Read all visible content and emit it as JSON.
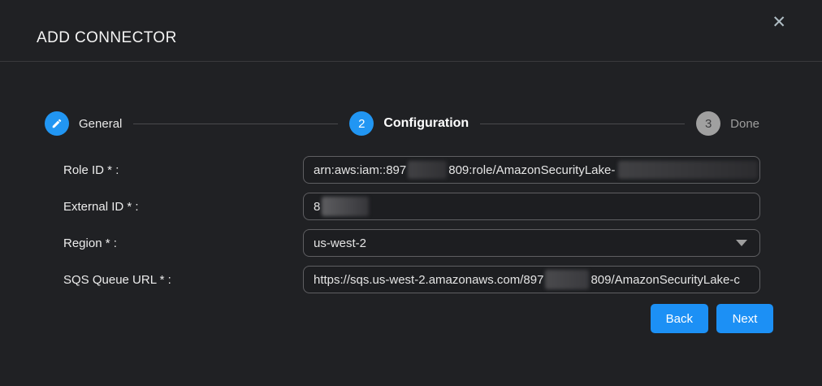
{
  "dialog": {
    "title": "ADD CONNECTOR",
    "close_glyph": "✕"
  },
  "icons": {
    "close": "x-close",
    "step1": "pencil-edit",
    "region": "caret-down"
  },
  "stepper": {
    "steps": [
      {
        "label": "General",
        "state": "completed",
        "marker": "pencil-icon"
      },
      {
        "label": "Configuration",
        "state": "active",
        "number": "2"
      },
      {
        "label": "Done",
        "state": "pending",
        "number": "3"
      }
    ]
  },
  "form": {
    "rows": [
      {
        "id": "role_id",
        "label": "Role ID * :",
        "control": "input",
        "segments": [
          {
            "type": "text",
            "value": "arn:aws:iam::897"
          },
          {
            "type": "redacted"
          },
          {
            "type": "text",
            "value": "809:role/AmazonSecurityLake-"
          },
          {
            "type": "redacted"
          }
        ]
      },
      {
        "id": "external_id",
        "label": "External ID * :",
        "control": "input",
        "segments": [
          {
            "type": "text",
            "value": "8"
          },
          {
            "type": "redacted"
          }
        ]
      },
      {
        "id": "region",
        "label": "Region * :",
        "control": "select",
        "value": "us-west-2"
      },
      {
        "id": "sqs_queue_url",
        "label": "SQS Queue URL * :",
        "control": "input",
        "segments": [
          {
            "type": "text",
            "value": "https://sqs.us-west-2.amazonaws.com/897"
          },
          {
            "type": "redacted"
          },
          {
            "type": "text",
            "value": "809/AmazonSecurityLake-c"
          }
        ]
      }
    ]
  },
  "footer": {
    "back_label": "Back",
    "next_label": "Next"
  },
  "colors": {
    "accent_blue": "#2196f3",
    "button_blue": "#1c90f5",
    "pending_gray": "#9e9e9e",
    "dialog_background": "#202124",
    "input_border": "#5f5f62"
  }
}
